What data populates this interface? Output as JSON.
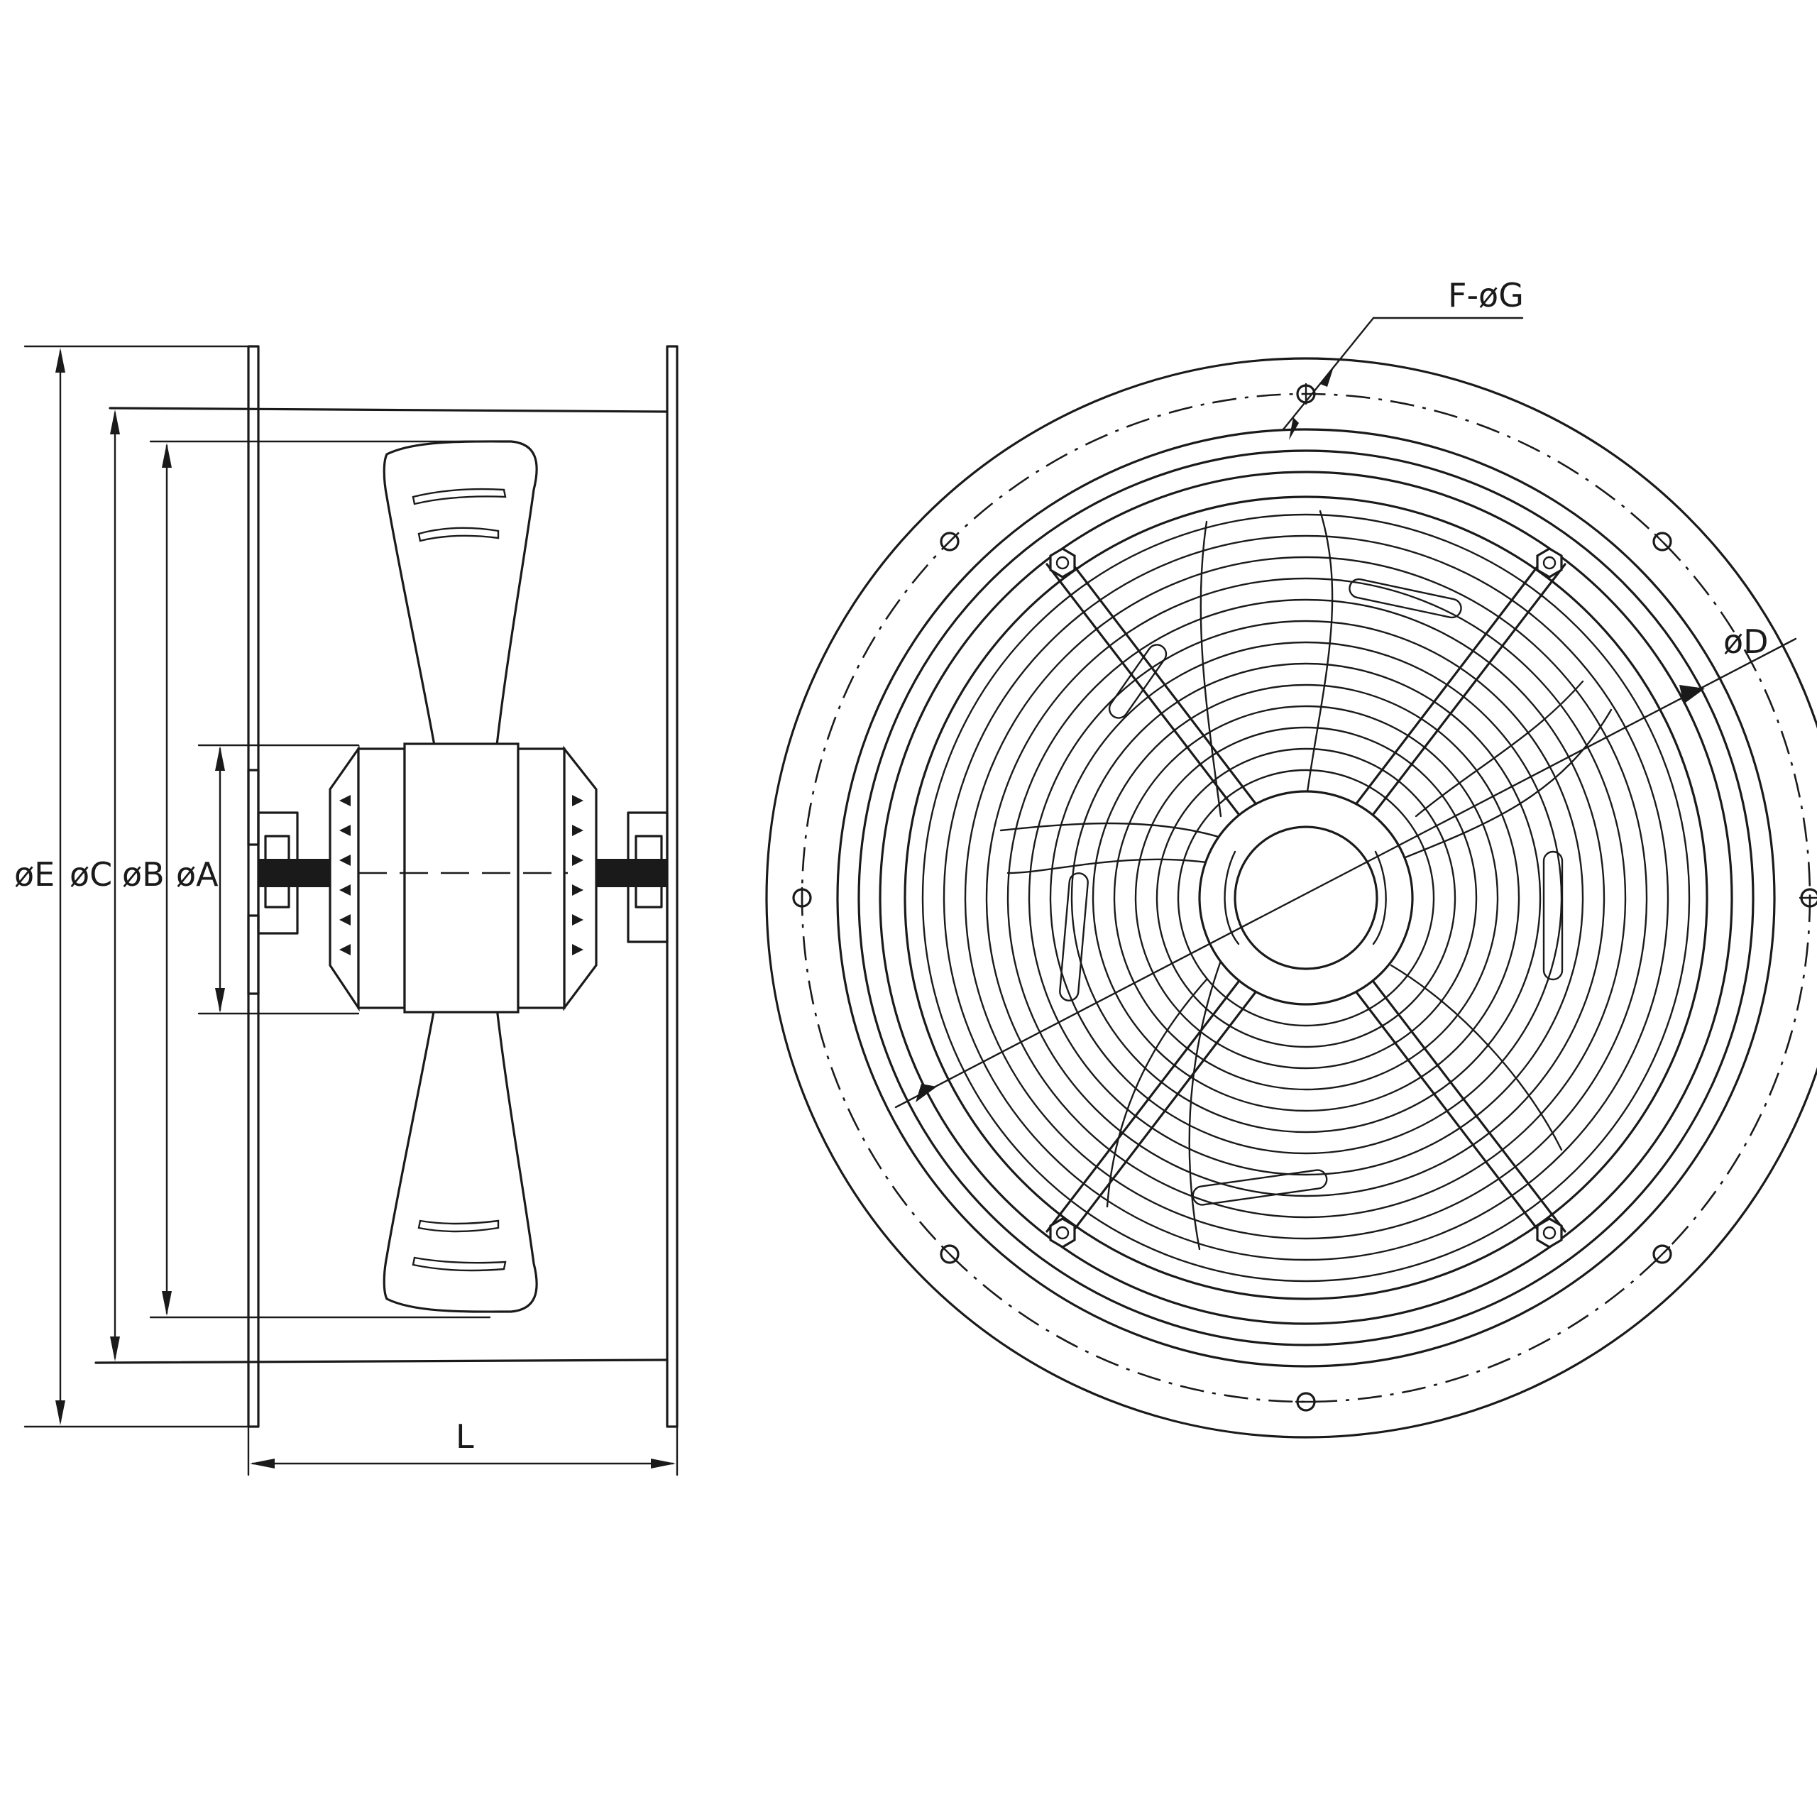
{
  "side_view": {
    "dimensions": {
      "dia_e": "øE",
      "dia_c": "øC",
      "dia_b": "øB",
      "dia_a": "øA",
      "length": "L"
    }
  },
  "front_view": {
    "dimensions": {
      "holes": "F-øG",
      "dia_d": "øD"
    }
  }
}
